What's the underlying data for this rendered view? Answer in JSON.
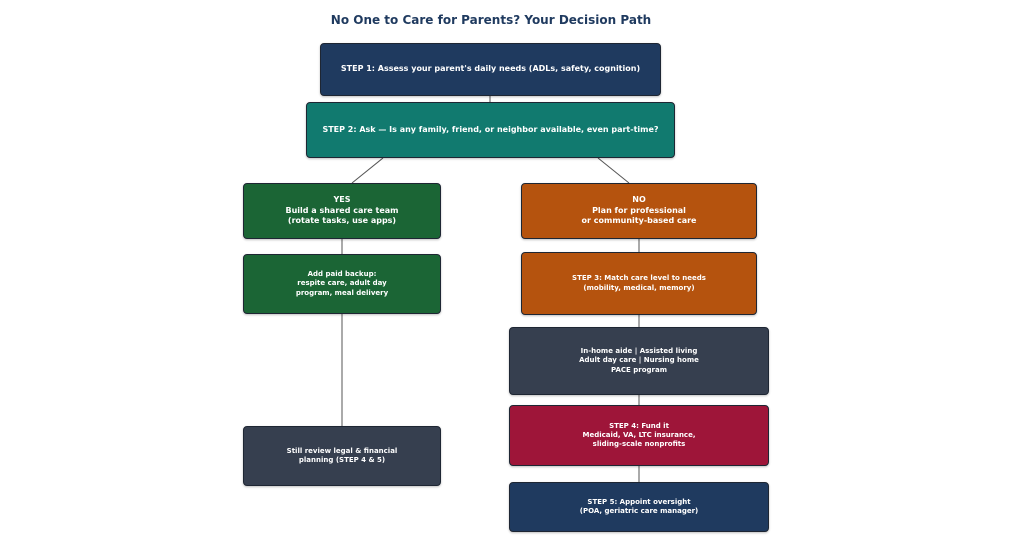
{
  "title": "No One to Care for Parents? Your Decision Path",
  "nodes": {
    "step1": "STEP 1: Assess your parent's daily needs (ADLs, safety, cognition)",
    "step2": "STEP 2: Ask — Is any family, friend, or neighbor available, even part-time?",
    "yes": "YES\nBuild a shared care team\n(rotate tasks, use apps)",
    "paid_backup": "Add paid backup:\nrespite care, adult day\nprogram, meal delivery",
    "still_review": "Still review legal & financial\nplanning (STEP 4 & 5)",
    "no": "NO\nPlan for professional\nor community-based care",
    "step3": "STEP 3: Match care level to needs\n(mobility, medical, memory)",
    "care_options": "In-home aide | Assisted living\nAdult day care | Nursing home\nPACE program",
    "step4": "STEP 4: Fund it\nMedicaid, VA, LTC insurance,\nsliding-scale nonprofits",
    "step5": "STEP 5: Appoint oversight\n(POA, geriatric care manager)"
  },
  "colors": {
    "navy": "#1f3a5f",
    "teal": "#117a6f",
    "green": "#1b6535",
    "orange": "#b5530e",
    "slate": "#363f4f",
    "crimson": "#9e1539",
    "connector": "#555555"
  }
}
